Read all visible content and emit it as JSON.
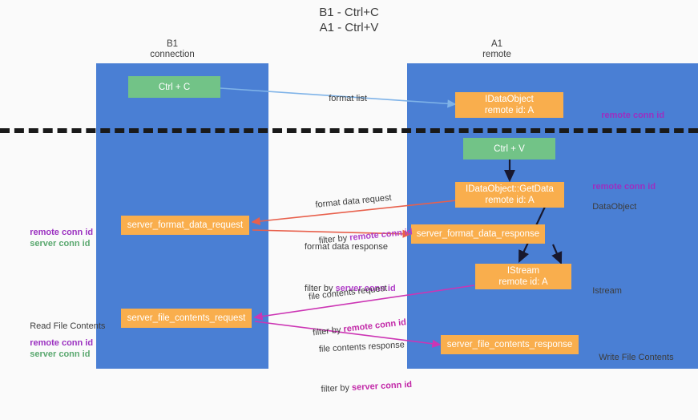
{
  "title": {
    "line1": "B1 - Ctrl+C",
    "line2": "A1 - Ctrl+V"
  },
  "columns": [
    {
      "name": "B1",
      "sub": "connection"
    },
    {
      "name": "A1",
      "sub": "remote"
    }
  ],
  "nodes": {
    "ctrl_c": {
      "line1": "Ctrl + C"
    },
    "idataobject": {
      "line1": "IDataObject",
      "line2": "remote id: A"
    },
    "ctrl_v": {
      "line1": "Ctrl + V"
    },
    "getdata": {
      "line1": "IDataObject::GetData",
      "line2": "remote id: A"
    },
    "server_format_data_request": {
      "line1": "server_format_data_request"
    },
    "server_format_data_response": {
      "line1": "server_format_data_response"
    },
    "istream": {
      "line1": "IStream",
      "line2": "remote id: A"
    },
    "server_file_contents_request": {
      "line1": "server_file_contents_request"
    },
    "server_file_contents_response": {
      "line1": "server_file_contents_response"
    }
  },
  "edge_labels": {
    "format_list": "format list",
    "format_data_request": "format data request",
    "format_data_request_filter_prefix": "filter by ",
    "format_data_request_filter_key": "remote conn id",
    "format_data_response": "format data response",
    "format_data_response_filter_prefix": "filter by ",
    "format_data_response_filter_key": "server conn id",
    "file_contents_request": "file contents request",
    "file_contents_request_filter_prefix": "filter by ",
    "file_contents_request_filter_key": "remote conn id",
    "file_contents_response": "file contents response",
    "file_contents_response_filter_prefix": "filter by ",
    "file_contents_response_filter_key": "server conn id"
  },
  "side_labels": {
    "right_remote_conn_id_top": "remote conn id",
    "right_remote_conn_id_mid": "remote conn id",
    "right_dataobject": "DataObject",
    "right_istream": "Istream",
    "right_write_file_contents": "Write File Contents",
    "left_remote_conn_id_mid": "remote conn id",
    "left_server_conn_id_mid": "server conn id",
    "left_read_file_contents": "Read File Contents",
    "left_remote_conn_id_bottom": "remote conn id",
    "left_server_conn_id_bottom": "server conn id"
  },
  "colors": {
    "lane": "#4a7fd4",
    "green_node": "#72c387",
    "orange_node": "#f9ae4d",
    "purple_key": "#9b30c0",
    "green_key": "#5aa86f",
    "magenta_wire": "#cc35b4",
    "red_wire": "#e8604c",
    "blue_wire": "#7fb3e8",
    "dark_wire": "#1a1a2e",
    "background": "#fafafa"
  }
}
